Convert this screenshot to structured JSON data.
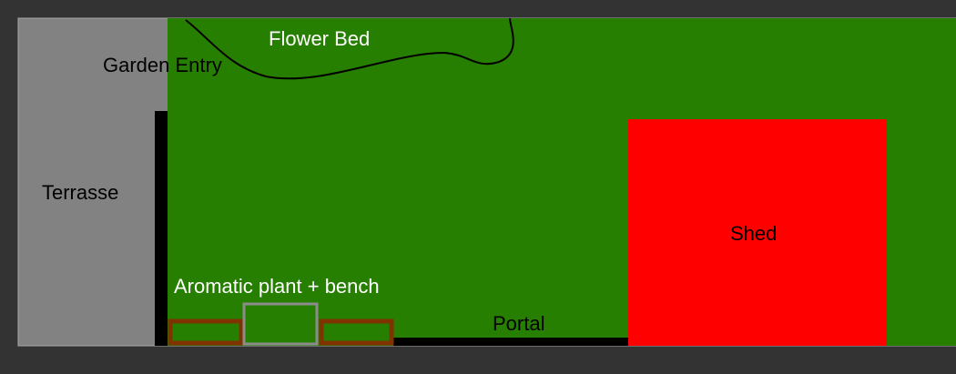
{
  "labels": {
    "flower_bed": "Flower Bed",
    "garden_entry": "Garden Entry",
    "terrasse": "Terrasse",
    "shed": "Shed",
    "aromatic": "Aromatic plant + bench",
    "portal": "Portal"
  },
  "colors": {
    "background": "#333333",
    "terrasse": "#828282",
    "lawn": "#267F00",
    "shed": "#FF0000",
    "wall": "#000000",
    "planter_border": "#7F3300",
    "bench_border": "#8C8C8C",
    "light_text": "#FFFFFF",
    "dark_text": "#000000"
  }
}
